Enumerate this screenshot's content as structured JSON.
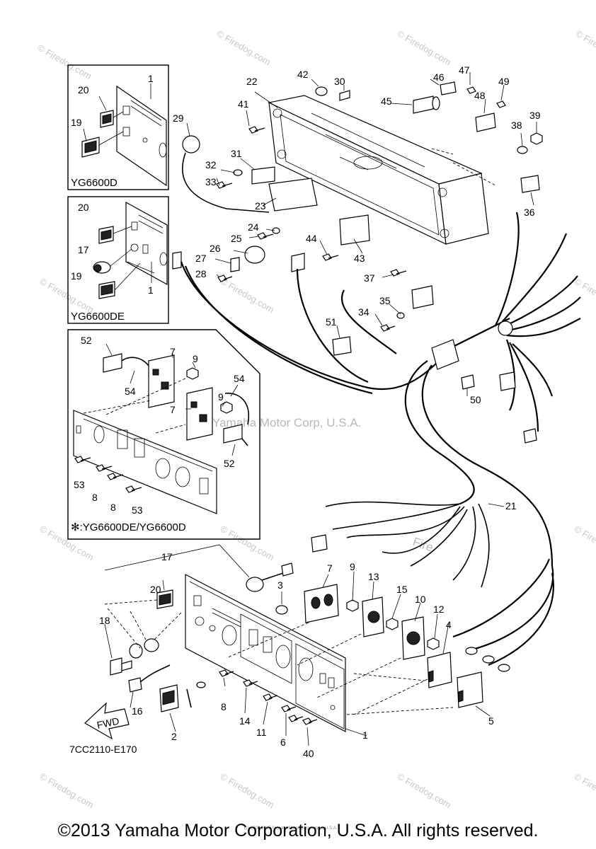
{
  "copyright": "©2013 Yamaha Motor Corporation, U.S.A. All rights reserved.",
  "diagram_code": "7CC2110-E170",
  "fwd_label": "FWD",
  "inset_labels": {
    "box1": "YG6600D",
    "box2": "YG6600DE",
    "box3": "✻:YG6600DE/YG6600D"
  },
  "watermarks": {
    "site": "© Firedog.com",
    "center": "Yamaha Motor Corp, U.S.A.",
    "fire": "Fire",
    "tiny": "(c) 2000-2015 Yamaha Motor Corporation, U.S.A."
  },
  "callouts": {
    "n1a": "1",
    "n20a": "20",
    "n19a": "19",
    "n29": "29",
    "n22": "22",
    "n42": "42",
    "n30": "30",
    "n41": "41",
    "n46": "46",
    "n47": "47",
    "n45": "45",
    "n48": "48",
    "n49": "49",
    "n39": "39",
    "n38": "38",
    "n31": "31",
    "n32": "32",
    "n33": "33",
    "n36": "36",
    "n23": "23",
    "n24": "24",
    "n25": "25",
    "n20b": "20",
    "n17a": "17",
    "n26": "26",
    "n27": "27",
    "n44": "44",
    "n43": "43",
    "n1b": "1",
    "n19b": "19",
    "n28": "28",
    "n37": "37",
    "n35": "35",
    "n34": "34",
    "n51": "51",
    "n52a": "52",
    "n7a": "7",
    "n9a": "9",
    "n54a": "54",
    "n7b": "7",
    "n9b": "9",
    "n54b": "54",
    "n50": "50",
    "n52b": "52",
    "n53a": "53",
    "n8a": "8",
    "n8b": "8",
    "n53b": "53",
    "n21": "21",
    "n17b": "17",
    "n3": "3",
    "n7c": "7",
    "n9c": "9",
    "n13": "13",
    "n15": "15",
    "n20c": "20",
    "n10": "10",
    "n12": "12",
    "n18": "18",
    "n4": "4",
    "n8c": "8",
    "n16": "16",
    "n14": "14",
    "n11": "11",
    "n6": "6",
    "n1c": "1",
    "n5": "5",
    "n2": "2",
    "n40": "40"
  }
}
